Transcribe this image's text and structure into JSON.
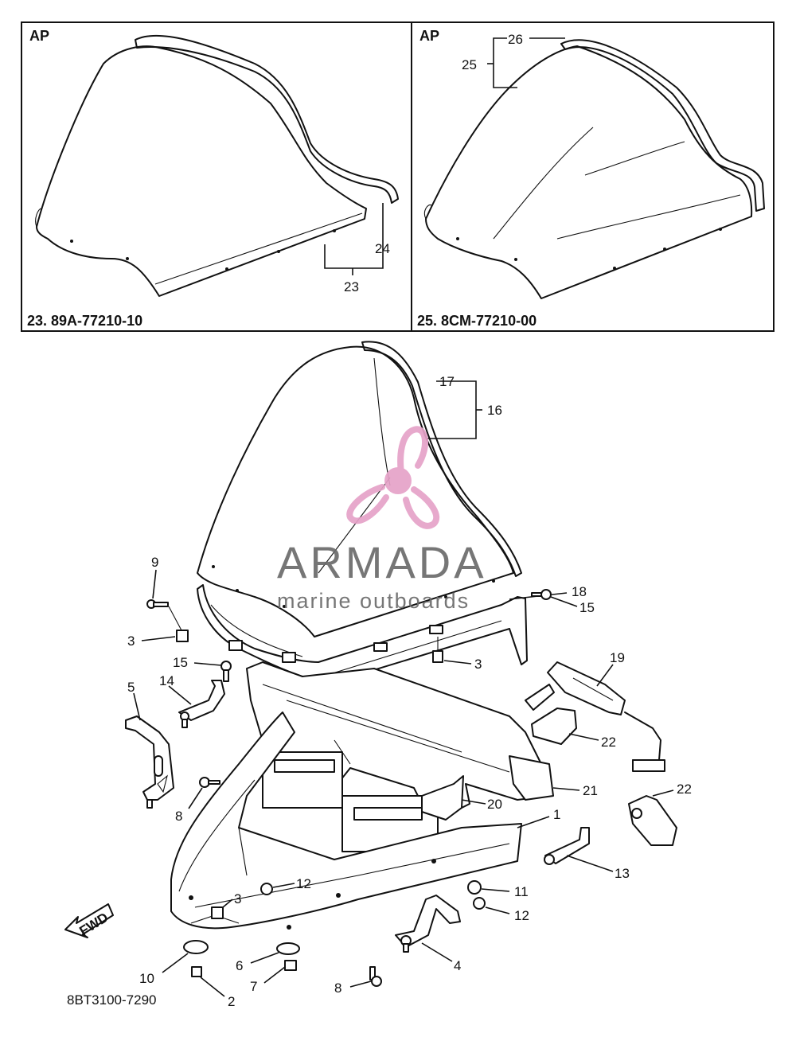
{
  "insets": [
    {
      "tag": "AP",
      "caption": "23. 89A-77210-10",
      "callouts": [
        "23",
        "24"
      ]
    },
    {
      "tag": "AP",
      "caption": "25. 8CM-77210-00",
      "callouts": [
        "25",
        "26"
      ]
    }
  ],
  "callouts": {
    "c1": "1",
    "c2": "2",
    "c3a": "3",
    "c3b": "3",
    "c3c": "3",
    "c4": "4",
    "c5": "5",
    "c6": "6",
    "c7": "7",
    "c8a": "8",
    "c8b": "8",
    "c9": "9",
    "c10": "10",
    "c11": "11",
    "c12a": "12",
    "c12b": "12",
    "c13": "13",
    "c14": "14",
    "c15a": "15",
    "c15b": "15",
    "c16": "16",
    "c17": "17",
    "c18": "18",
    "c19": "19",
    "c20": "20",
    "c21": "21",
    "c22a": "22",
    "c22b": "22"
  },
  "fwd_label": "FWD",
  "diagram_code": "8BT3100-7290",
  "watermark": {
    "brand": "ARMADA",
    "tagline": "marine outboards",
    "accent": "#e6a2c8",
    "text_color": "#6b6b6b"
  }
}
